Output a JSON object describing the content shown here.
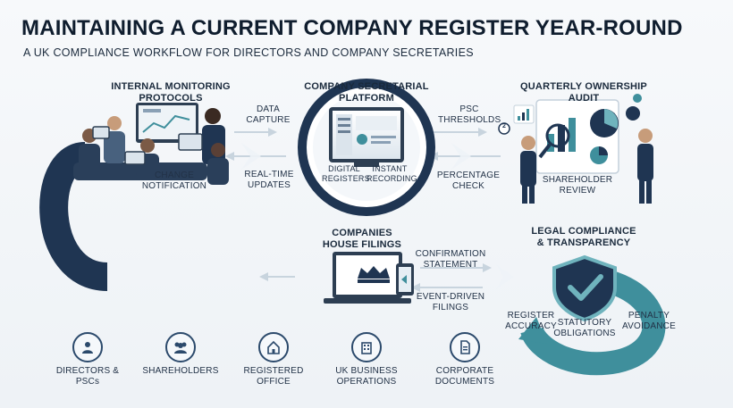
{
  "title": "MAINTAINING A CURRENT COMPANY REGISTER YEAR-ROUND",
  "subtitle": "A UK COMPLIANCE WORKFLOW FOR DIRECTORS AND COMPANY SECRETARIES",
  "stages": {
    "internal": {
      "heading": "INTERNAL MONITORING PROTOCOLS",
      "label_1": "DATA",
      "label_2": "CAPTURE",
      "change_1": "CHANGE",
      "change_2": "NOTIFICATION"
    },
    "platform": {
      "heading_1": "COMPANY SECRETARIAL",
      "heading_2": "PLATFORM",
      "digital_1": "DIGITAL",
      "digital_2": "REGISTERS",
      "instant_1": "INSTANT",
      "instant_2": "RECORDING",
      "realtime_1": "REAL-TIME",
      "realtime_2": "UPDATES"
    },
    "audit": {
      "heading": "QUARTERLY OWNERSHIP AUDIT",
      "psc_1": "PSC",
      "psc_2": "THRESHOLDS",
      "pct_1": "PERCENTAGE",
      "pct_2": "CHECK",
      "review_1": "SHAREHOLDER",
      "review_2": "REVIEW",
      "badge": "2"
    },
    "filings": {
      "heading_1": "COMPANIES",
      "heading_2": "HOUSE FILINGS",
      "conf_1": "CONFIRMATION",
      "conf_2": "STATEMENT",
      "event_1": "EVENT-DRIVEN",
      "event_2": "FILINGS"
    },
    "legal": {
      "heading_1": "LEGAL COMPLIANCE",
      "heading_2": "& TRANSPARENCY",
      "accuracy_1": "REGISTER",
      "accuracy_2": "ACCURACY",
      "statutory_1": "STATUTORY",
      "statutory_2": "OBLIGATIONS",
      "penalty_1": "PENALTY",
      "penalty_2": "AVOIDANCE"
    }
  },
  "bottom": [
    {
      "label_1": "DIRECTORS &",
      "label_2": "PSCs",
      "icon": "person-icon"
    },
    {
      "label_1": "SHAREHOLDERS",
      "label_2": "",
      "icon": "group-icon"
    },
    {
      "label_1": "REGISTERED",
      "label_2": "OFFICE",
      "icon": "house-icon"
    },
    {
      "label_1": "UK BUSINESS",
      "label_2": "OPERATIONS",
      "icon": "building-icon"
    },
    {
      "label_1": "CORPORATE",
      "label_2": "DOCUMENTS",
      "icon": "document-icon"
    }
  ],
  "colors": {
    "navy": "#1f3552",
    "teal": "#3f8f9c",
    "light_teal": "#6fb3bd",
    "dark": "#0f1d2e"
  }
}
